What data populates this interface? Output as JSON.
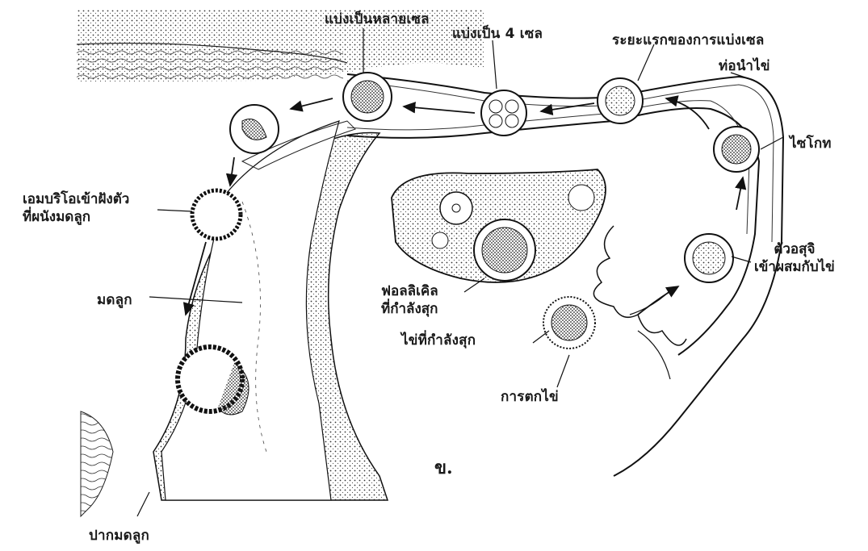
{
  "labels": {
    "many_cells": "แบ่งเป็นหลายเซล",
    "four_cells": "แบ่งเป็น 4 เซล",
    "first_division": "ระยะแรกของการแบ่งเซล",
    "oviduct": "ท่อนำไข่",
    "zygote": "ไซโกท",
    "sperm_meets_egg_1": "ตัวอสุจิ",
    "sperm_meets_egg_2": "เข้าผสมกับไข่",
    "embryo_implant_1": "เอมบริโอเข้าฝังตัว",
    "embryo_implant_2": "ที่ผนังมดลูก",
    "uterus": "มดลูก",
    "follicle_1": "ฟอลลิเคิล",
    "follicle_2": "ที่กำลังสุก",
    "ripe_egg": "ไข่ที่กำลังสุก",
    "ovulation": "การตกไข่",
    "cervix": "ปากมดลูก",
    "figure_letter": "ข."
  }
}
